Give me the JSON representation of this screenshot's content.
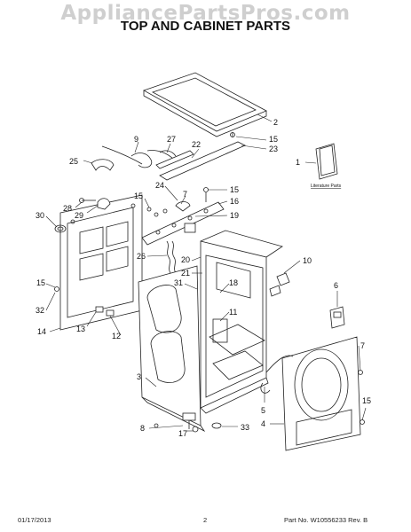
{
  "header": {
    "watermark": "AppliancePartsPros.com",
    "title": "TOP AND CABINET PARTS"
  },
  "callouts": {
    "c2": "2",
    "c9": "9",
    "c27": "27",
    "c22": "22",
    "c15a": "15",
    "c23": "23",
    "c25": "25",
    "c1": "1",
    "c24": "24",
    "c7a": "7",
    "c15b": "15",
    "c15c": "15",
    "c16": "16",
    "c19": "19",
    "c28": "28",
    "c29": "29",
    "c30": "30",
    "c26": "26",
    "c20": "20",
    "c21": "21",
    "c10": "10",
    "c15d": "15",
    "c31": "31",
    "c18": "18",
    "c6": "6",
    "c32": "32",
    "c11": "11",
    "c13": "13",
    "c14": "14",
    "c12": "12",
    "c3": "3",
    "c7b": "7",
    "c5": "5",
    "c8": "8",
    "c17": "17",
    "c33": "33",
    "c4": "4",
    "c15e": "15"
  },
  "literature_label": "Literature Parts",
  "footer": {
    "date": "01/17/2013",
    "page": "2",
    "part_no": "Part No.  W10556233  Rev. B"
  }
}
